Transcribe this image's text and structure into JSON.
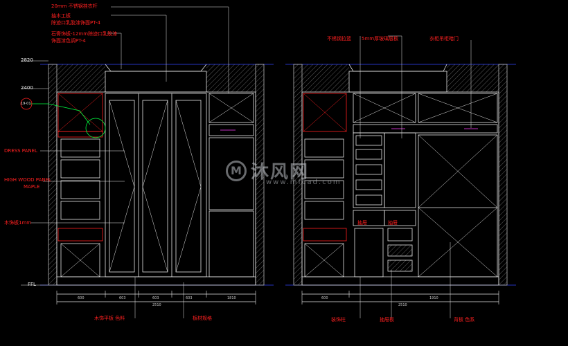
{
  "colors": {
    "bg": "#000000",
    "line": "#e6e6e6",
    "red": "#ff2020",
    "blue": "#3344ff",
    "green": "#00ff40",
    "magenta": "#ff40ff"
  },
  "left_view": {
    "top_labels": [
      "20mm 不锈钢挂衣杆",
      "抽木工板",
      "除迹口乳胶漆饰面PT-4",
      "石膏饰板-12mm除迹口乳胶漆",
      "饰面漆色调PT-4"
    ],
    "side_labels": [
      "2820",
      "2400",
      "19-01"
    ],
    "mid_labels": [
      "DRESS PANEL",
      "HIGH WOOD PANEL",
      "MAPLE",
      "木饰板1mm"
    ],
    "level_floor": "FFL",
    "bottom_labels": [
      "木饰平板 色料",
      "板材规格"
    ],
    "dims": [
      "600",
      "603",
      "603",
      "603",
      "1810",
      "2510"
    ]
  },
  "right_view": {
    "top_labels": [
      "不锈钢拉篮",
      "5mm厚玻璃层板",
      "衣柜吊柜暗门"
    ],
    "drawer_labels": [
      "抽屉",
      "抽屉"
    ],
    "bottom_labels": [
      "装饰柱",
      "抽屉板",
      "背板 色系"
    ],
    "dims": [
      "600",
      "1910",
      "2510"
    ]
  },
  "watermark": {
    "text": "沐风网",
    "url": "www.mfcad.com",
    "logo": "M"
  }
}
